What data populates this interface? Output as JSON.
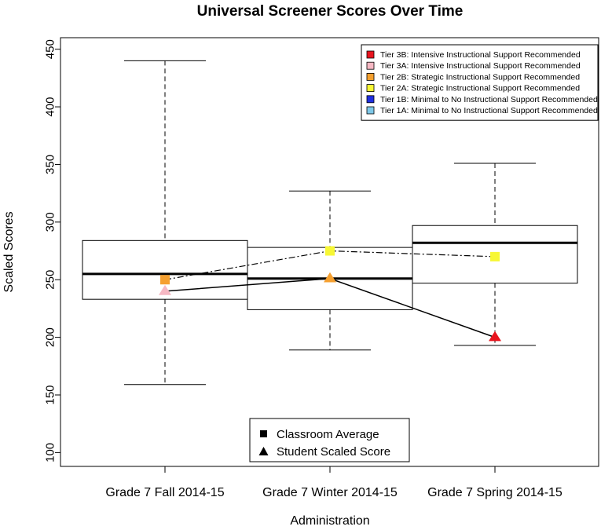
{
  "chart_data": {
    "type": "boxplot",
    "title": "Universal Screener Scores Over Time",
    "xlabel": "Administration",
    "ylabel": "Scaled Scores",
    "ylim": [
      88,
      460
    ],
    "yticks": [
      100,
      150,
      200,
      250,
      300,
      350,
      400,
      450
    ],
    "grid": false,
    "categories": [
      "Grade 7 Fall 2014-15",
      "Grade 7 Winter 2014-15",
      "Grade 7 Spring 2014-15"
    ],
    "boxes": [
      {
        "min": 159,
        "q1": 233,
        "median": 255,
        "q3": 284,
        "max": 440
      },
      {
        "min": 189,
        "q1": 224,
        "median": 251,
        "q3": 278,
        "max": 327
      },
      {
        "min": 193,
        "q1": 247,
        "median": 282,
        "q3": 297,
        "max": 351
      }
    ],
    "classroom_average": {
      "name": "Classroom Average",
      "marker": "square",
      "line": "dotdash",
      "values": [
        250,
        275,
        270
      ],
      "colors": [
        "#f5a030",
        "#f7f735",
        "#f7f735"
      ]
    },
    "student_scaled_score": {
      "name": "Student Scaled Score",
      "marker": "triangle",
      "line": "solid",
      "values": [
        240,
        251,
        200
      ],
      "colors": [
        "#f6b8c3",
        "#f5a030",
        "#e8141e"
      ]
    },
    "tier_legend": {
      "placement": "top-right",
      "items": [
        {
          "label": "Tier 3B: Intensive Instructional Support Recommended",
          "color": "#e8141e"
        },
        {
          "label": "Tier 3A: Intensive Instructional Support Recommended",
          "color": "#f6b8c3"
        },
        {
          "label": "Tier 2B: Strategic Instructional Support Recommended",
          "color": "#f5a030"
        },
        {
          "label": "Tier 2A: Strategic Instructional Support Recommended",
          "color": "#f7f735"
        },
        {
          "label": "Tier 1B: Minimal to No Instructional Support Recommended",
          "color": "#1f2fe0"
        },
        {
          "label": "Tier 1A: Minimal to No Instructional Support Recommended",
          "color": "#7ec8e8"
        }
      ]
    },
    "marker_legend": {
      "placement": "bottom-center",
      "items": [
        {
          "label": "Classroom Average",
          "shape": "square"
        },
        {
          "label": "Student Scaled Score",
          "shape": "triangle"
        }
      ]
    }
  }
}
